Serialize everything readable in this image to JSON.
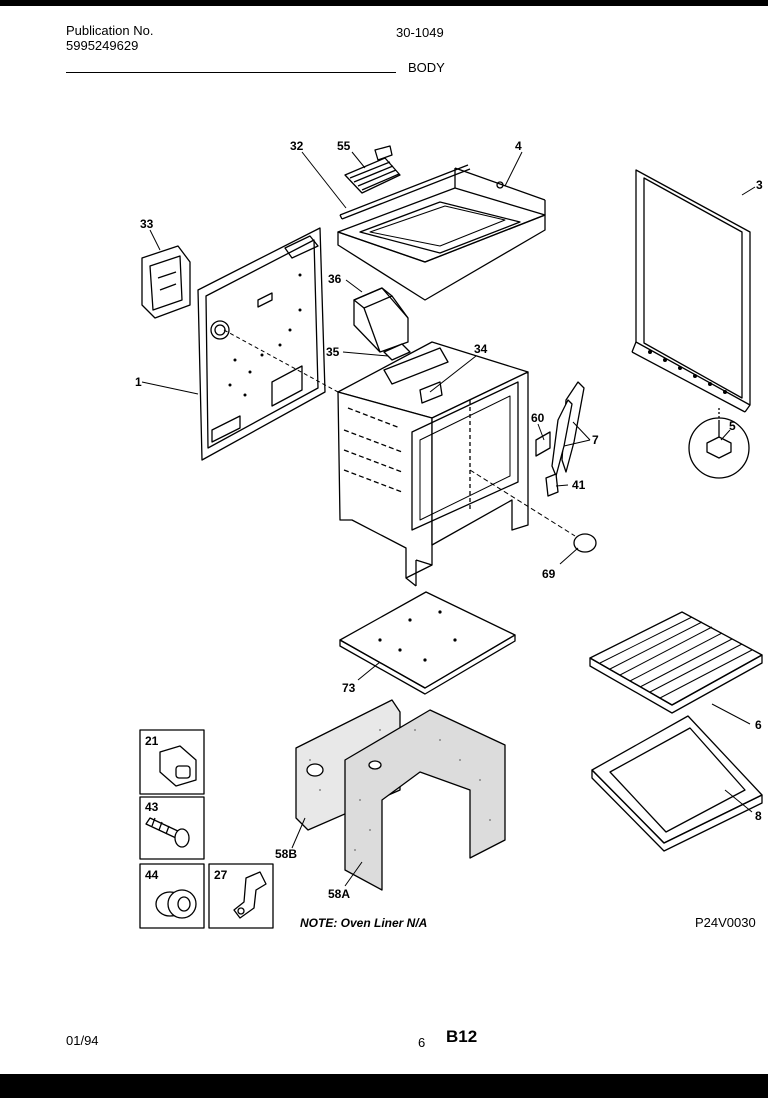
{
  "header": {
    "publication_label": "Publication No.",
    "publication_number": "5995249629",
    "model": "30-1049",
    "section": "BODY"
  },
  "callouts": [
    "32",
    "55",
    "4",
    "3",
    "33",
    "36",
    "34",
    "35",
    "1",
    "60",
    "7",
    "41",
    "5",
    "69",
    "73",
    "6",
    "8",
    "21",
    "43",
    "44",
    "27",
    "58B",
    "58A"
  ],
  "note": "NOTE: Oven Liner N/A",
  "diagram_code": "P24V0030",
  "footer": {
    "date": "01/94",
    "page": "6",
    "code": "B12"
  }
}
